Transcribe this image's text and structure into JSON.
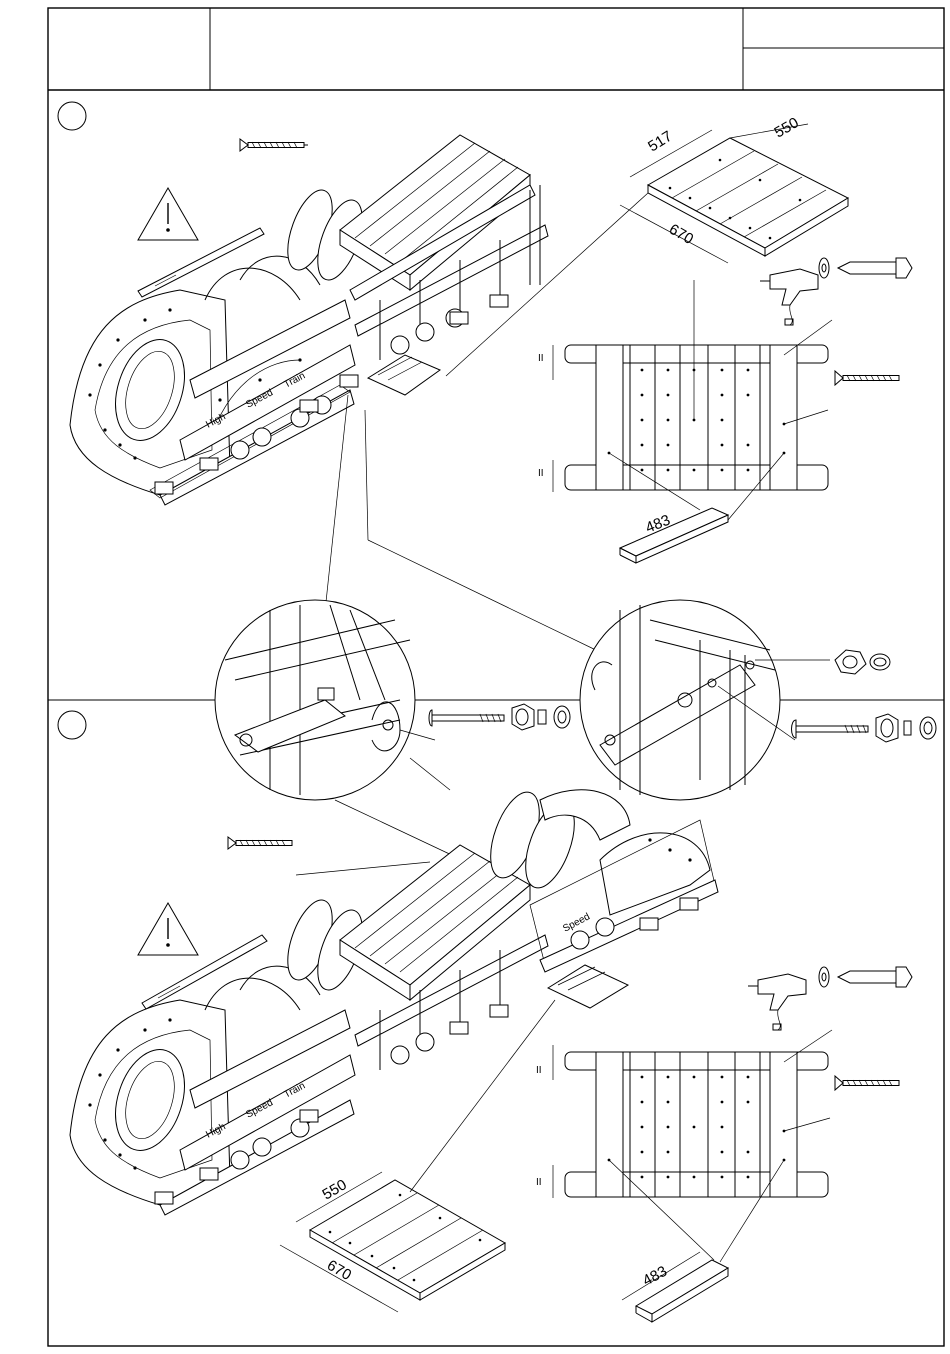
{
  "steps": [
    {
      "board_dims": {
        "depth": "517",
        "width": "550",
        "length": "670"
      },
      "spacer_mark_top": "II",
      "spacer_mark_bottom": "II",
      "slat_length": "483"
    },
    {
      "board_dims": {
        "width": "550",
        "length": "670"
      },
      "spacer_mark_top": "II",
      "spacer_mark_bottom": "II",
      "slat_length": "483"
    }
  ],
  "icons": [
    "warning-icon",
    "screw-icon",
    "drill-icon",
    "bolt-icon",
    "washer-icon",
    "nut-icon",
    "cap-icon",
    "carriage-bolt-icon"
  ]
}
